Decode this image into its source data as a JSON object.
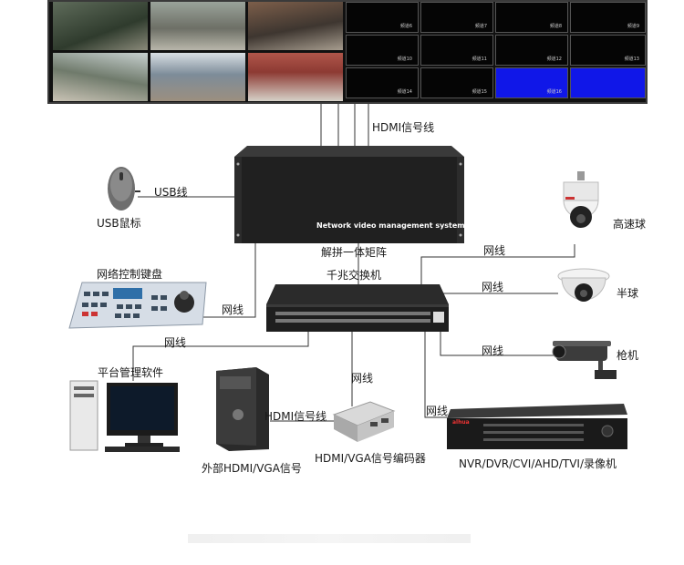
{
  "video_wall": {
    "channels": [
      "频道6",
      "频道7",
      "频道8",
      "频道9",
      "频道10",
      "频道11",
      "频道12",
      "频道13",
      "频道14",
      "频道15",
      "频道16"
    ],
    "active_color": "#1017e8"
  },
  "matrix": {
    "panel_text": "Network video management system",
    "label": "解拼一体矩阵",
    "hdmi_label": "HDMI信号线"
  },
  "switch": {
    "label": "千兆交换机"
  },
  "mouse": {
    "label": "USB鼠标",
    "cable_label": "USB线"
  },
  "keyboard": {
    "label": "网络控制键盘",
    "cable_label": "网线"
  },
  "pc": {
    "label": "平台管理软件",
    "cable_label": "网线"
  },
  "external_source": {
    "label": "外部HDMI/VGA信号",
    "cable_label": "HDMI信号线"
  },
  "encoder": {
    "label": "HDMI/VGA信号编码器",
    "cable_label": "网线"
  },
  "speed_dome": {
    "label": "高速球",
    "cable_label": "网线"
  },
  "half_dome": {
    "label": "半球",
    "cable_label": "网线"
  },
  "bullet": {
    "label": "枪机",
    "cable_label": "网线"
  },
  "dvr": {
    "label": "NVR/DVR/CVI/AHD/TVI/录像机",
    "cable_label": "网线",
    "brand": "alhua"
  },
  "colors": {
    "line": "#333333",
    "chassis": "#232323",
    "highlight": "#1017e8"
  }
}
